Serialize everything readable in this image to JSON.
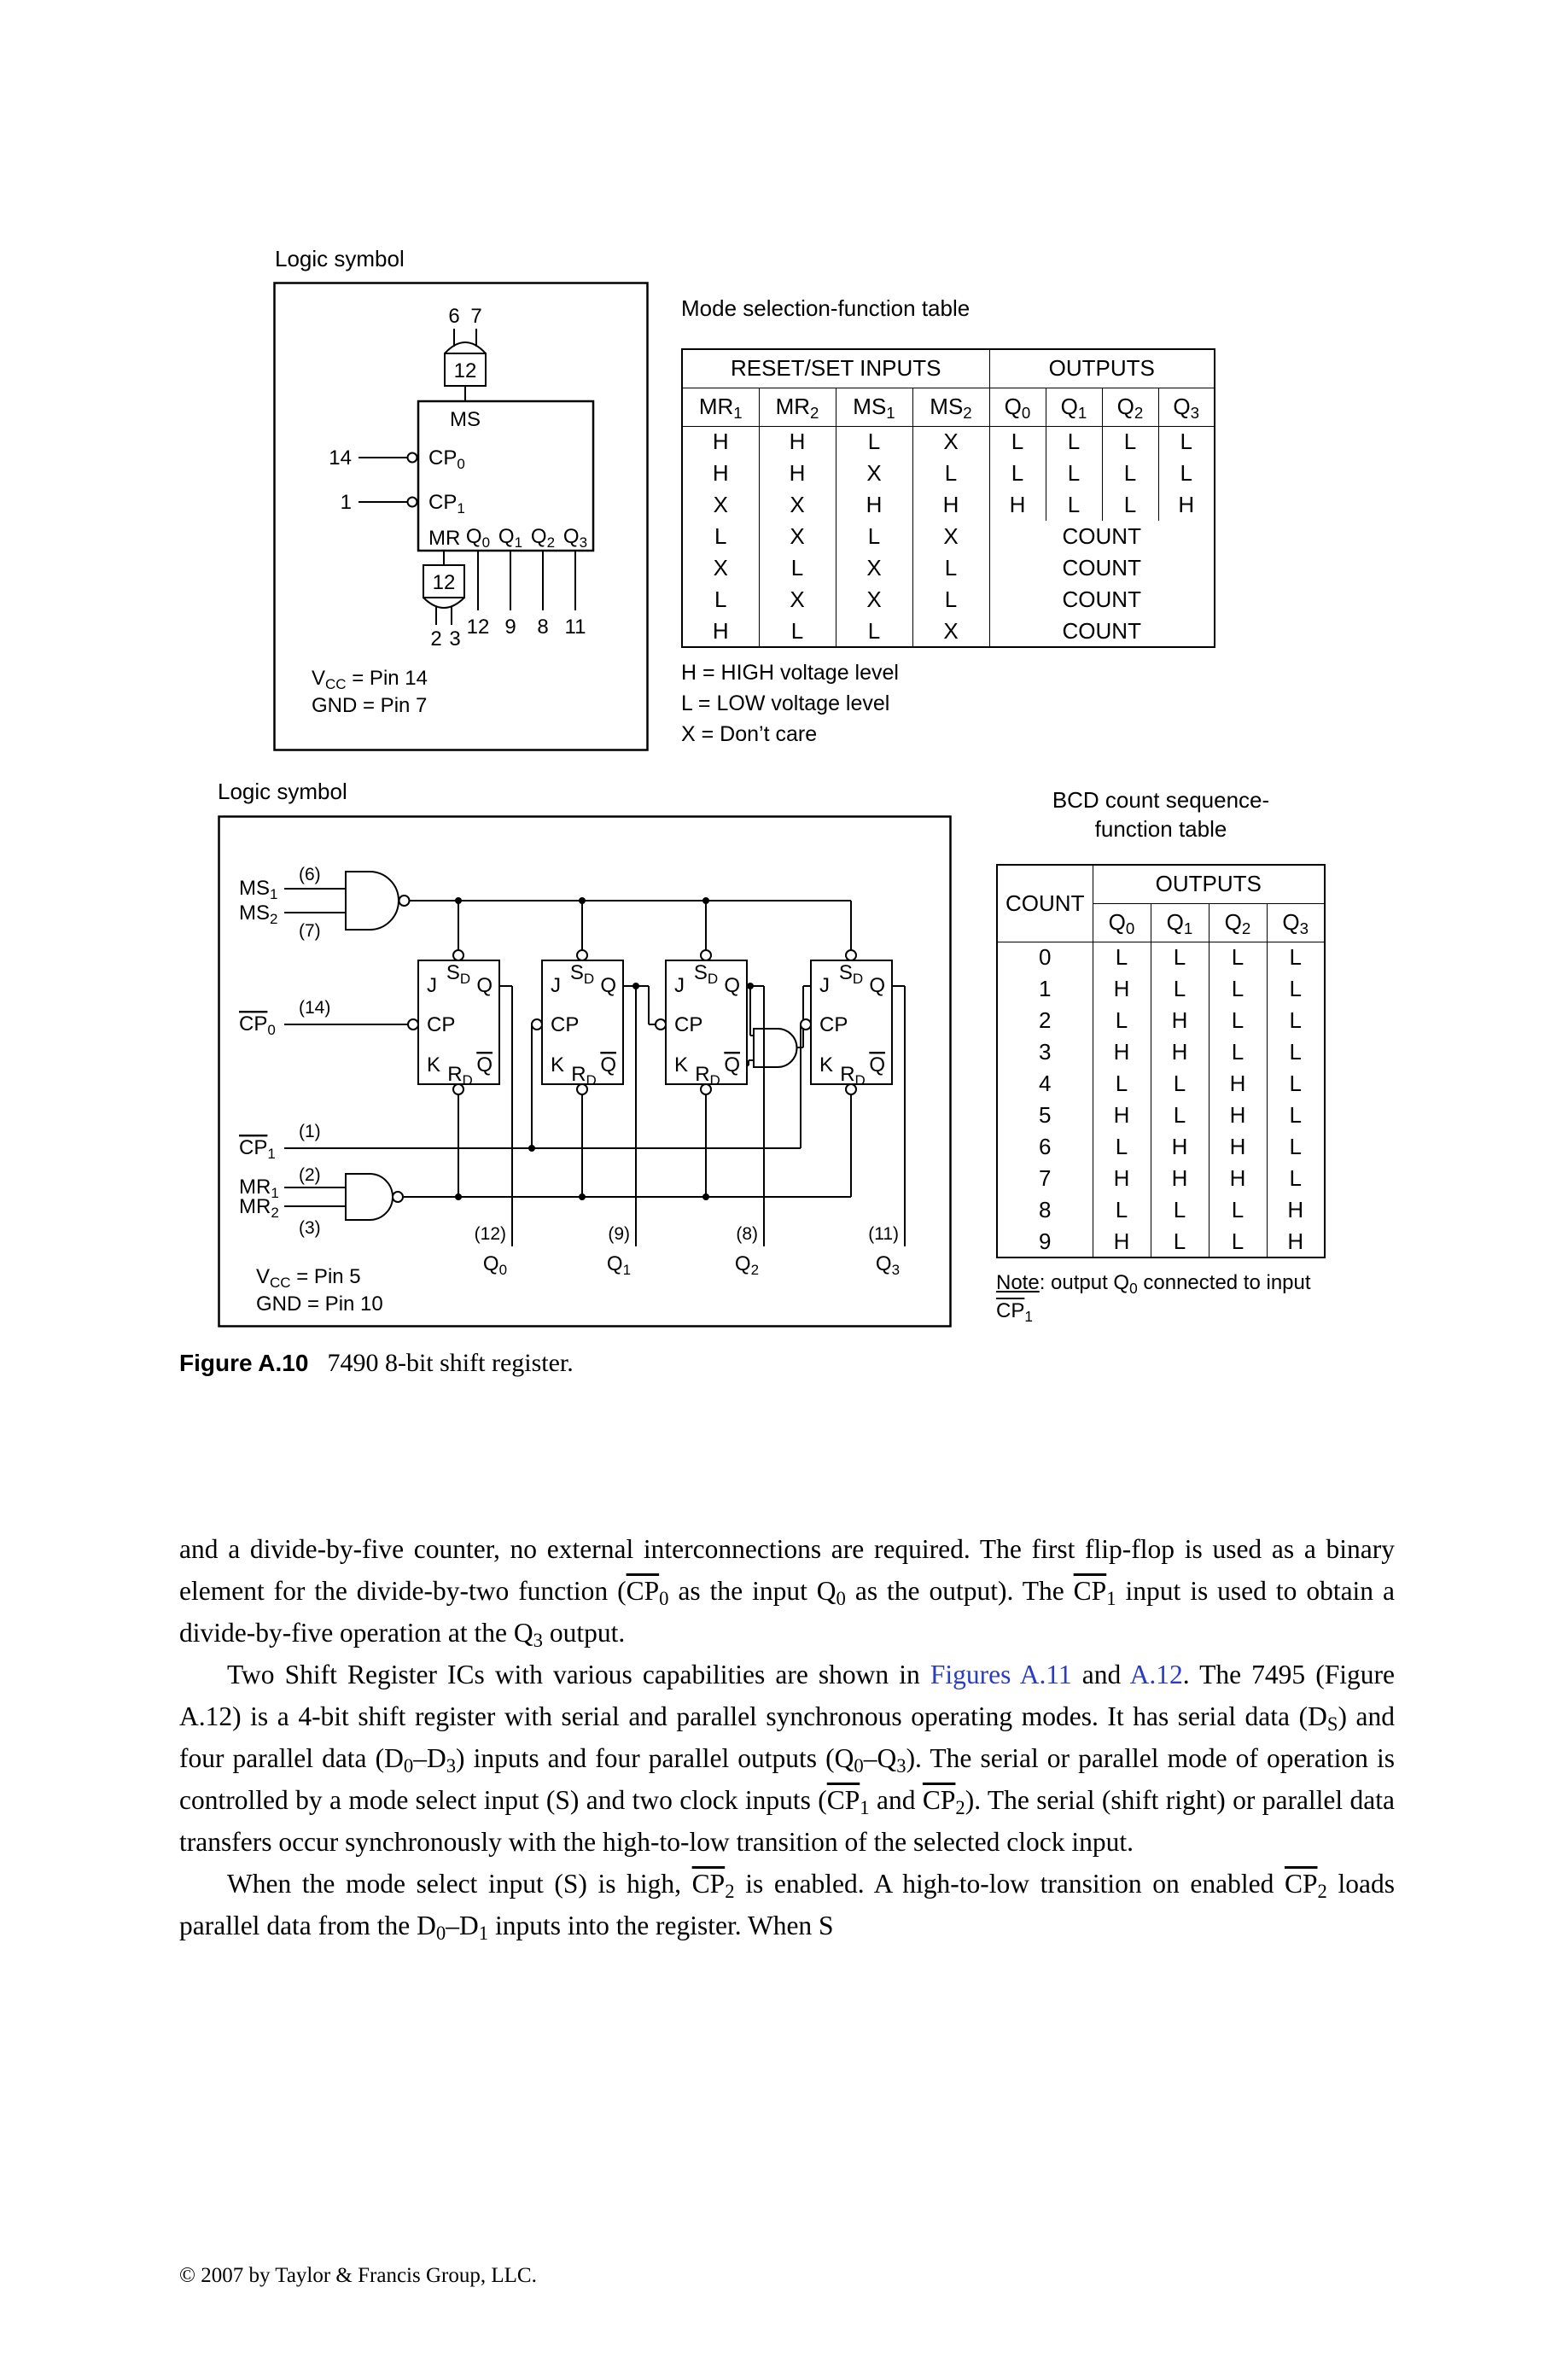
{
  "colors": {
    "background": "#ffffff",
    "text": "#000000",
    "link": "#2a3cc0"
  },
  "logic1": {
    "title": "Logic symbol",
    "pin6": "6",
    "pin7": "7",
    "top_gate_label": "12",
    "block": {
      "ms": "MS",
      "cp0": "CP~0~",
      "cp1": "CP~1~",
      "mr": "MR"
    },
    "pin14": "14",
    "pin1": "1",
    "bottom_gate_label": "12",
    "pin2": "2",
    "pin3": "3",
    "qs": [
      "Q~0~",
      "Q~1~",
      "Q~2~",
      "Q~3~"
    ],
    "out_pins": [
      "12",
      "9",
      "8",
      "11"
    ],
    "vcc": "V~CC~ = Pin 14",
    "gnd": "GND = Pin 7"
  },
  "mode_table": {
    "title": "Mode selection-function table",
    "group_headers": [
      "RESET/SET INPUTS",
      "OUTPUTS"
    ],
    "col_headers": [
      "MR~1~",
      "MR~2~",
      "MS~1~",
      "MS~2~",
      "Q~0~",
      "Q~1~",
      "Q~2~",
      "Q~3~"
    ],
    "rows": [
      {
        "inputs": [
          "H",
          "H",
          "L",
          "X"
        ],
        "outputs": [
          "L",
          "L",
          "L",
          "L"
        ]
      },
      {
        "inputs": [
          "H",
          "H",
          "X",
          "L"
        ],
        "outputs": [
          "L",
          "L",
          "L",
          "L"
        ]
      },
      {
        "inputs": [
          "X",
          "X",
          "H",
          "H"
        ],
        "outputs": [
          "H",
          "L",
          "L",
          "H"
        ]
      },
      {
        "inputs": [
          "L",
          "X",
          "L",
          "X"
        ],
        "outputs": "COUNT"
      },
      {
        "inputs": [
          "X",
          "L",
          "X",
          "L"
        ],
        "outputs": "COUNT"
      },
      {
        "inputs": [
          "L",
          "X",
          "X",
          "L"
        ],
        "outputs": "COUNT"
      },
      {
        "inputs": [
          "H",
          "L",
          "L",
          "X"
        ],
        "outputs": "COUNT"
      }
    ],
    "legend": [
      "H = HIGH voltage level",
      "L = LOW voltage level",
      "X = Don’t care"
    ]
  },
  "logic2": {
    "title": "Logic symbol",
    "ms1": "MS~1~",
    "ms2": "MS~2~",
    "pin6": "(6)",
    "pin7": "(7)",
    "cp0": "[ov]CP[/ov]~0~",
    "pin14": "(14)",
    "cp1": "[ov]CP[/ov]~1~",
    "pin1": "(1)",
    "mr1": "MR~1~",
    "pin2": "(2)",
    "mr2": "MR~2~",
    "pin3": "(3)",
    "ff": {
      "sd": "S~D~",
      "j": "J",
      "cp": "CP",
      "k": "K",
      "q": "Q",
      "qbar": "[ov]Q[/ov]",
      "rd": "R~D~"
    },
    "out": {
      "pin12": "(12)",
      "q0": "Q~0~",
      "pin9": "(9)",
      "q1": "Q~1~",
      "pin8": "(8)",
      "q2": "Q~2~",
      "pin11": "(11)",
      "q3": "Q~3~"
    },
    "vcc": "V~CC~ = Pin 5",
    "gnd": "GND = Pin 10"
  },
  "bcd_table": {
    "title_line1": "BCD count sequence-",
    "title_line2": "function table",
    "count_header": "COUNT",
    "outputs_header": "OUTPUTS",
    "col_headers": [
      "Q~0~",
      "Q~1~",
      "Q~2~",
      "Q~3~"
    ],
    "rows": [
      {
        "count": "0",
        "q": [
          "L",
          "L",
          "L",
          "L"
        ]
      },
      {
        "count": "1",
        "q": [
          "H",
          "L",
          "L",
          "L"
        ]
      },
      {
        "count": "2",
        "q": [
          "L",
          "H",
          "L",
          "L"
        ]
      },
      {
        "count": "3",
        "q": [
          "H",
          "H",
          "L",
          "L"
        ]
      },
      {
        "count": "4",
        "q": [
          "L",
          "L",
          "H",
          "L"
        ]
      },
      {
        "count": "5",
        "q": [
          "H",
          "L",
          "H",
          "L"
        ]
      },
      {
        "count": "6",
        "q": [
          "L",
          "H",
          "H",
          "L"
        ]
      },
      {
        "count": "7",
        "q": [
          "H",
          "H",
          "H",
          "L"
        ]
      },
      {
        "count": "8",
        "q": [
          "L",
          "L",
          "L",
          "H"
        ]
      },
      {
        "count": "9",
        "q": [
          "H",
          "L",
          "L",
          "H"
        ]
      }
    ],
    "note_line1": "[un]Note[/un]: output Q~0~ connected to input",
    "note_line2": "[ov]CP[/ov]~1~"
  },
  "figure": {
    "caption_label": "Figure A.10",
    "caption_text": "7490 8-bit shift register."
  },
  "body": {
    "p1": "and a divide-by-five counter, no external interconnections are required. The first flip-flop is used as a binary element for the divide-by-two function ([ov]CP[/ov]~0~ as the input Q~0~ as the output). The [ov]CP[/ov]~1~ input is used to obtain a divide-by-five operation at the Q~3~ output.",
    "p2": "Two Shift Register ICs with various capabilities are shown in [ln]Figures A.11[/ln] and [ln]A.12[/ln]. The 7495 (Figure A.12) is a 4-bit shift register with serial and parallel synchronous operating modes. It has serial data (D~S~) and four parallel data (D~0~–D~3~) inputs and four parallel outputs (Q~0~–Q~3~). The serial or parallel mode of operation is controlled by a mode select input (S) and two clock inputs ([ov]CP[/ov]~1~ and [ov]CP[/ov]~2~). The serial (shift right) or parallel data transfers occur synchronously with the high-to-low transition of the selected clock input.",
    "p3": "When the mode select input (S) is high, [ov]CP[/ov]~2~ is enabled. A high-to-low transition on enabled [ov]CP[/ov]~2~ loads parallel data from the D~0~–D~1~ inputs into the register. When S"
  },
  "footer": "© 2007 by Taylor & Francis Group, LLC."
}
